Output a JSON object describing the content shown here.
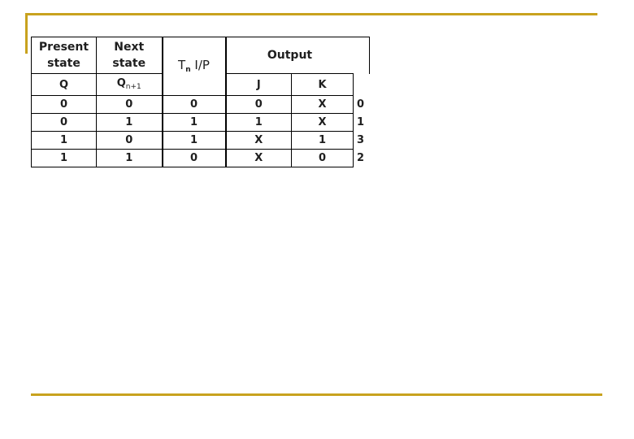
{
  "table": {
    "headers": {
      "present_state": "Present state",
      "next_state": "Next state",
      "input_main": "T",
      "input_sub": "n",
      "input_rest": " I/P",
      "output": "Output"
    },
    "subheaders": {
      "q": "Q",
      "qn_main": "Q",
      "qn_sub": "n+1",
      "j": "J",
      "k": "K"
    },
    "rows": [
      {
        "q": "0",
        "qn": "0",
        "t": "0",
        "j": "0",
        "k": "X",
        "idx": "0"
      },
      {
        "q": "0",
        "qn": "1",
        "t": "1",
        "j": "1",
        "k": "X",
        "idx": "1"
      },
      {
        "q": "1",
        "qn": "0",
        "t": "1",
        "j": "X",
        "k": "1",
        "idx": "3"
      },
      {
        "q": "1",
        "qn": "1",
        "t": "0",
        "j": "X",
        "k": "0",
        "idx": "2"
      }
    ]
  },
  "colors": {
    "accent_rule": "#c8a21e"
  }
}
